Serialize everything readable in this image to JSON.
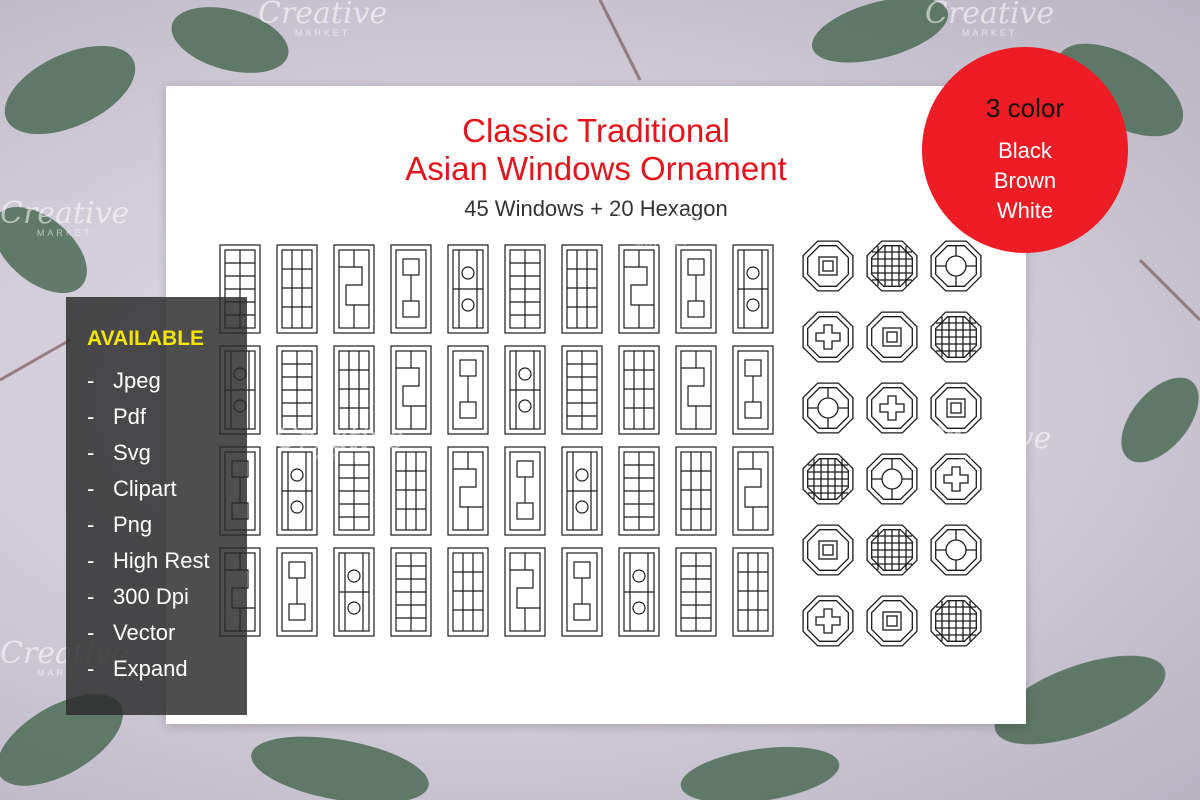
{
  "title": {
    "line1": "Classic Traditional",
    "line2": "Asian Windows Ornament"
  },
  "subtitle": "45 Windows + 20 Hexagon",
  "badge": {
    "heading": "3 color",
    "colors": [
      "Black",
      "Brown",
      "White"
    ]
  },
  "formats": {
    "heading": "AVAILABLE",
    "items": [
      "Jpeg",
      "Pdf",
      "Svg",
      "Clipart",
      "Png",
      "High Rest",
      "300 Dpi",
      "Vector",
      "Expand"
    ]
  },
  "watermark": {
    "brand": "Creative",
    "sub": "MARKET"
  },
  "artwork": {
    "windows_shown": 40,
    "hexagons_shown": 18
  },
  "colors": {
    "title_red": "#e3141b",
    "badge_red": "#ee1c24",
    "panel_yellow": "#f2e600",
    "line_black": "#1a1a1a"
  }
}
